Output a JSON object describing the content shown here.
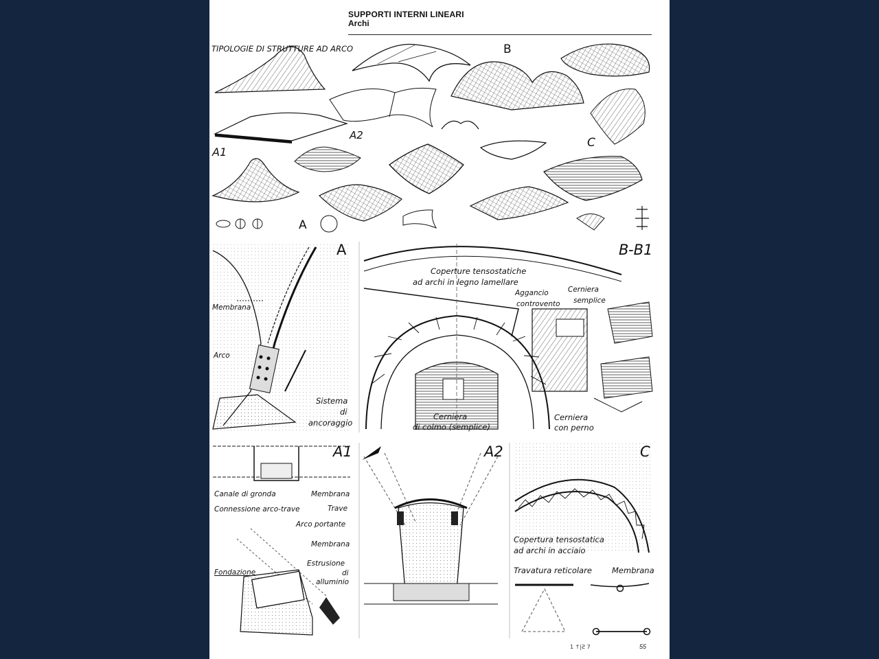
{
  "header": {
    "title": "SUPPORTI INTERNI LINEARI",
    "subtitle": "Archi"
  },
  "top_section": {
    "heading": "TIPOLOGIE DI STRUTTURE AD ARCO",
    "labels": {
      "b": "B",
      "a2": "A2",
      "c": "C",
      "a1": "A1",
      "a": "A"
    }
  },
  "panel_a": {
    "letter": "A",
    "membrana": "Membrana",
    "arco": "Arco",
    "sistema": "Sistema",
    "di": "di",
    "ancoraggio": "ancoraggio"
  },
  "panel_b": {
    "letter": "B-B1",
    "coperture_1": "Coperture tensostatiche",
    "coperture_2": "ad archi in legno lamellare",
    "aggancio_1": "Aggancio",
    "aggancio_2": "controvento",
    "cerniera_semplice_1": "Cerniera",
    "cerniera_semplice_2": "semplice",
    "colmo_1": "Cerniera",
    "colmo_2": "di colmo (semplice)",
    "perno_1": "Cerniera",
    "perno_2": "con perno"
  },
  "panel_a1": {
    "letter": "A1",
    "canale": "Canale di gronda",
    "membrana_1": "Membrana",
    "connessione": "Connessione arco-trave",
    "trave": "Trave",
    "arco_portante": "Arco portante",
    "membrana_2": "Membrana",
    "fondazione": "Fondazione",
    "estrusione_1": "Estrusione",
    "estrusione_2": "di",
    "estrusione_3": "alluminio"
  },
  "panel_a2": {
    "letter": "A2"
  },
  "panel_c": {
    "letter": "C",
    "copertura_1": "Copertura tensostatica",
    "copertura_2": "ad archi in acciaio",
    "travatura": "Travatura reticolare",
    "membrana": "Membrana"
  },
  "page_number": "55"
}
